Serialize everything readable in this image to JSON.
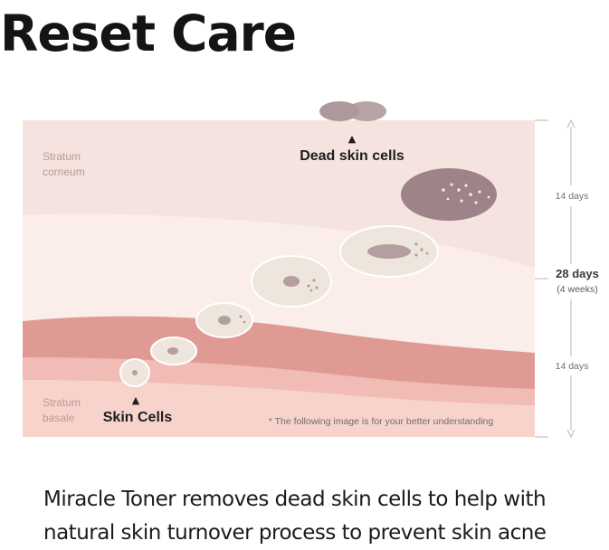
{
  "title": "Reset Care",
  "diagram": {
    "layer_top": "Stratum\ncorneum",
    "layer_bottom": "Stratum\nbasale",
    "label_dead_cells": "Dead skin cells",
    "label_skin_cells": "Skin Cells",
    "arrow_glyph": "▲",
    "days_upper": "14 days",
    "days_total": "28 days",
    "days_total_sub": "(4 weeks)",
    "days_lower": "14 days",
    "footnote": "* The following image is for your better understanding"
  },
  "description": "Miracle Toner removes dead skin cells to help with natural skin turnover process to prevent skin acne",
  "colors": {
    "band_top": "#f5e3df",
    "band_mid": "#fbeeea",
    "band_deep": "#e09a94",
    "band_light": "#f0bcb5",
    "band_bottom": "#f7d3cc",
    "cell_fill": "#eee6dc",
    "nucleus": "#b59ea1",
    "dead_cell": "#9e8388"
  }
}
